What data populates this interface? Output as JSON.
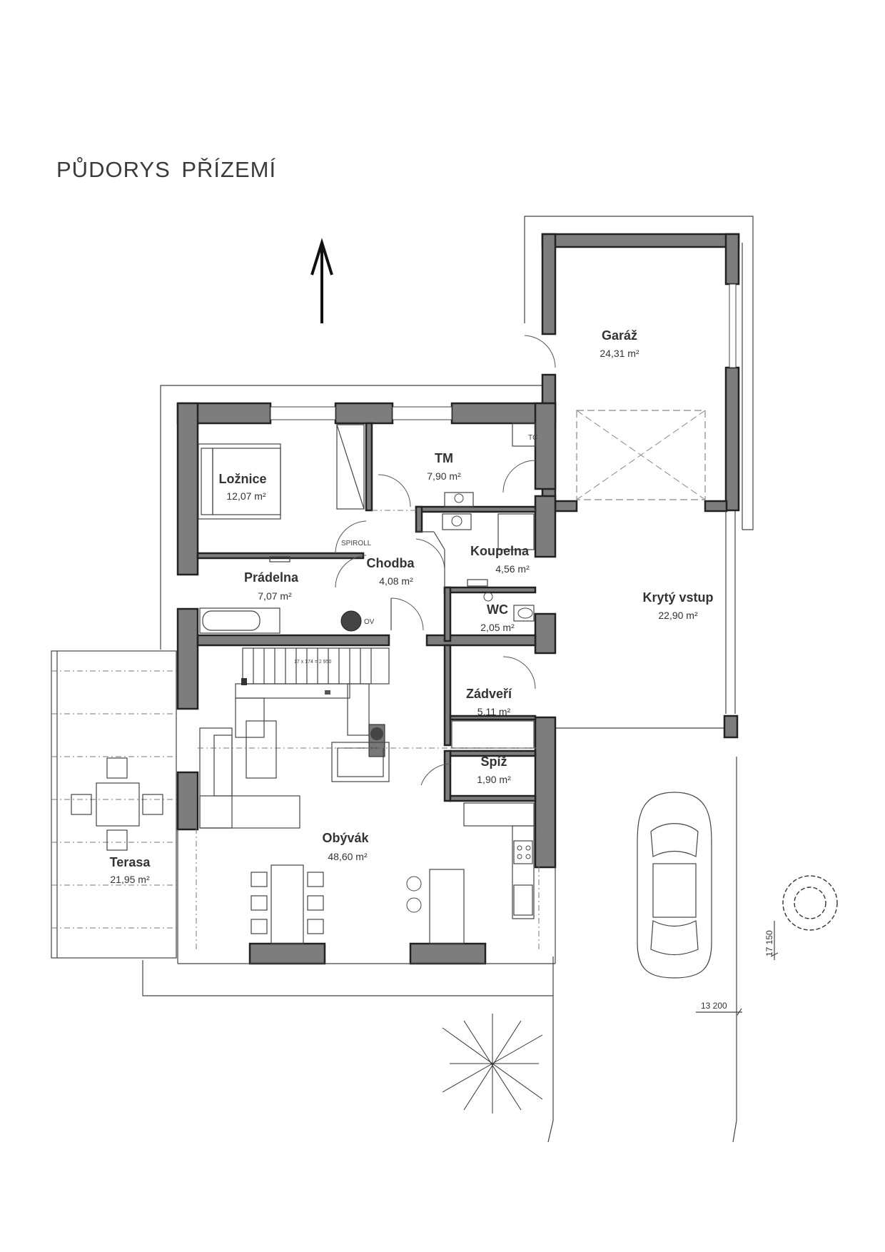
{
  "title": "PŮDORYS  PŘÍZEMÍ",
  "rooms": {
    "loznice": {
      "name": "Ložnice",
      "area": "12,07 m²"
    },
    "tm": {
      "name": "TM",
      "area": "7,90 m²"
    },
    "garaz": {
      "name": "Garáž",
      "area": "24,31 m²"
    },
    "chodba": {
      "name": "Chodba",
      "area": "4,08 m²"
    },
    "koupelna": {
      "name": "Koupelna",
      "area": "4,56 m²"
    },
    "pradelna": {
      "name": "Prádelna",
      "area": "7,07 m²"
    },
    "wc": {
      "name": "WC",
      "area": "2,05 m²"
    },
    "kryty_vstup": {
      "name": "Krytý vstup",
      "area": "22,90 m²"
    },
    "zadveri": {
      "name": "Zádveří",
      "area": "5,11 m²"
    },
    "spiz": {
      "name": "Spíž",
      "area": "1,90 m²"
    },
    "obyvak": {
      "name": "Obývák",
      "area": "48,60 m²"
    },
    "terasa": {
      "name": "Terasa",
      "area": "21,95 m²"
    }
  },
  "labels": {
    "tc": "TČ",
    "spiroll": "SPIROLL",
    "stair": "17 x 174 = 2 950",
    "ov": "OV"
  },
  "dimensions": {
    "height": "17 150",
    "width": "13 200"
  },
  "icons": {
    "north": "north-arrow-icon",
    "car": "car-icon",
    "tree": "tree-icon"
  }
}
